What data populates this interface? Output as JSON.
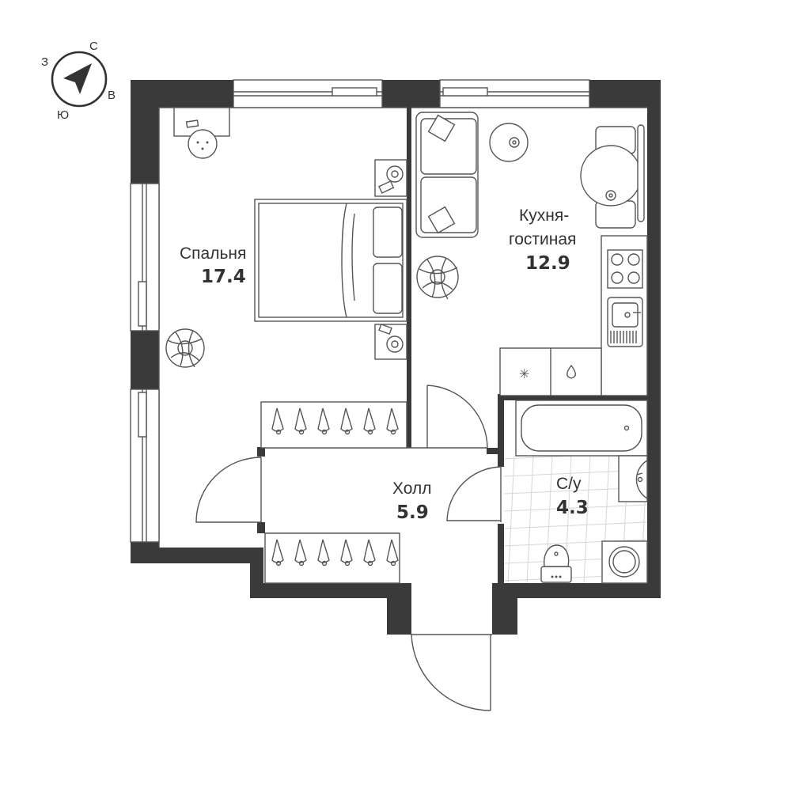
{
  "compass": {
    "north": "С",
    "east": "В",
    "south": "Ю",
    "west": "З"
  },
  "rooms": {
    "bedroom": {
      "name": "Спальня",
      "area": "17.4"
    },
    "kitchen_living": {
      "name_line1": "Кухня-",
      "name_line2": "гостиная",
      "area": "12.9"
    },
    "hall": {
      "name": "Холл",
      "area": "5.9"
    },
    "bathroom": {
      "name": "С/у",
      "area": "4.3"
    }
  },
  "colors": {
    "wall": "#3a3a3a",
    "line": "#555555",
    "text": "#333333",
    "tile": "#d6d6d6"
  },
  "icons": {
    "fridge_symbol": "snowflake-icon",
    "dishwasher_symbol": "water-drop-icon"
  }
}
